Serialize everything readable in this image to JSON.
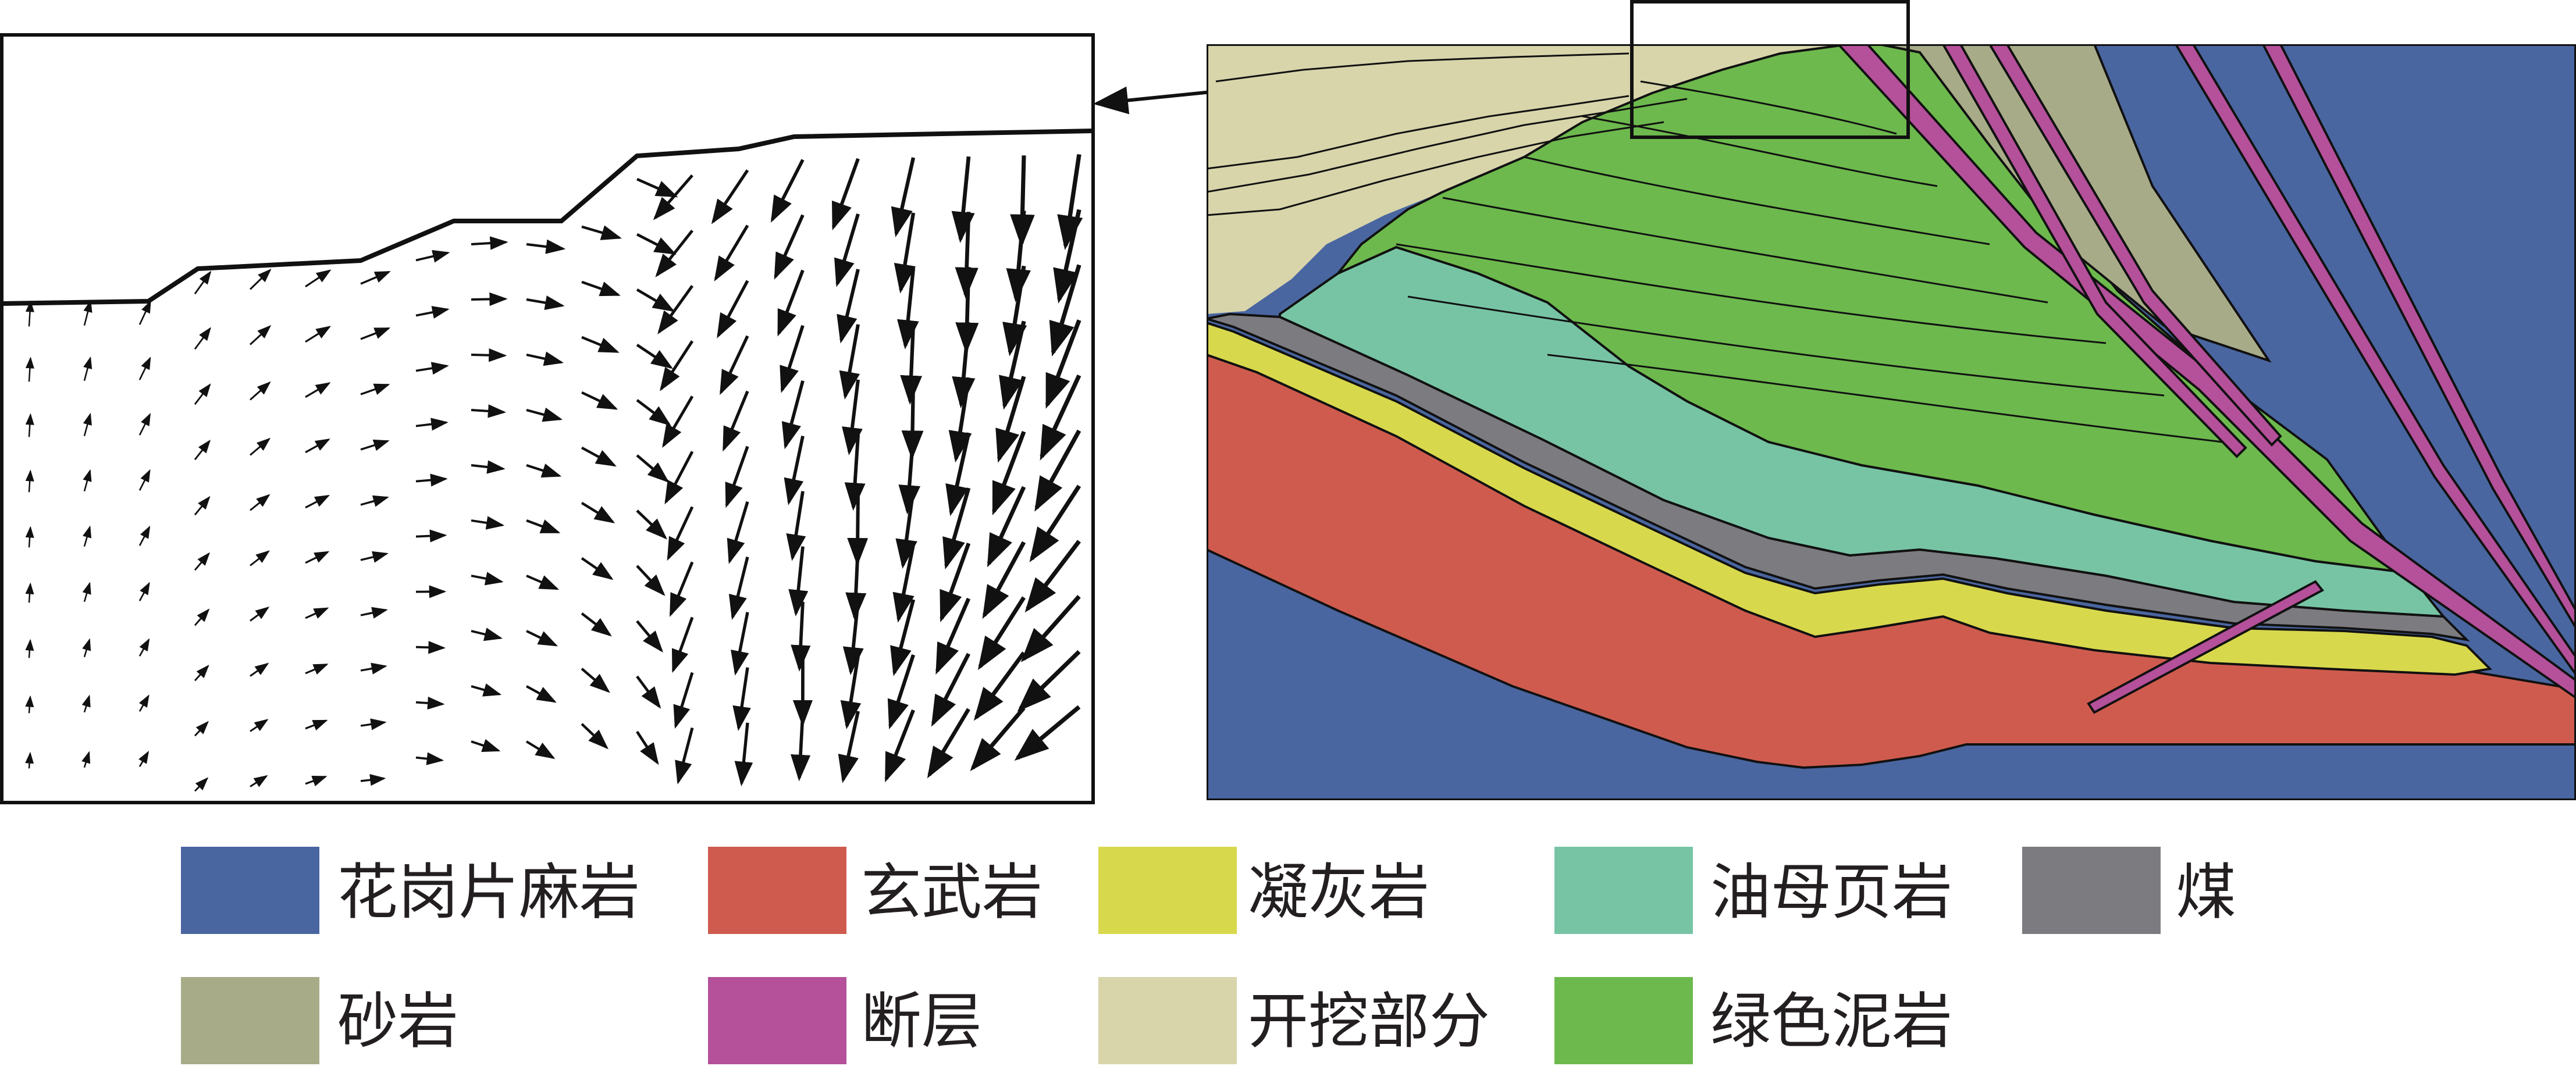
{
  "figure": {
    "legend": [
      {
        "key": "granite_gneiss",
        "label": "花岗片麻岩",
        "color": "#4a66a0"
      },
      {
        "key": "basalt",
        "label": "玄武岩",
        "color": "#cf5b4e"
      },
      {
        "key": "tuff",
        "label": "凝灰岩",
        "color": "#d8d84d"
      },
      {
        "key": "oil_shale",
        "label": "油母页岩",
        "color": "#77c4a4"
      },
      {
        "key": "coal",
        "label": "煤",
        "color": "#7b7b80"
      },
      {
        "key": "sandstone",
        "label": "砂岩",
        "color": "#a8ab88"
      },
      {
        "key": "fault",
        "label": "断层",
        "color": "#b5509a"
      },
      {
        "key": "excavated_part",
        "label": "开挖部分",
        "color": "#d8d5ab"
      },
      {
        "key": "green_mudstone",
        "label": "绿色泥岩",
        "color": "#6db94d"
      }
    ]
  }
}
